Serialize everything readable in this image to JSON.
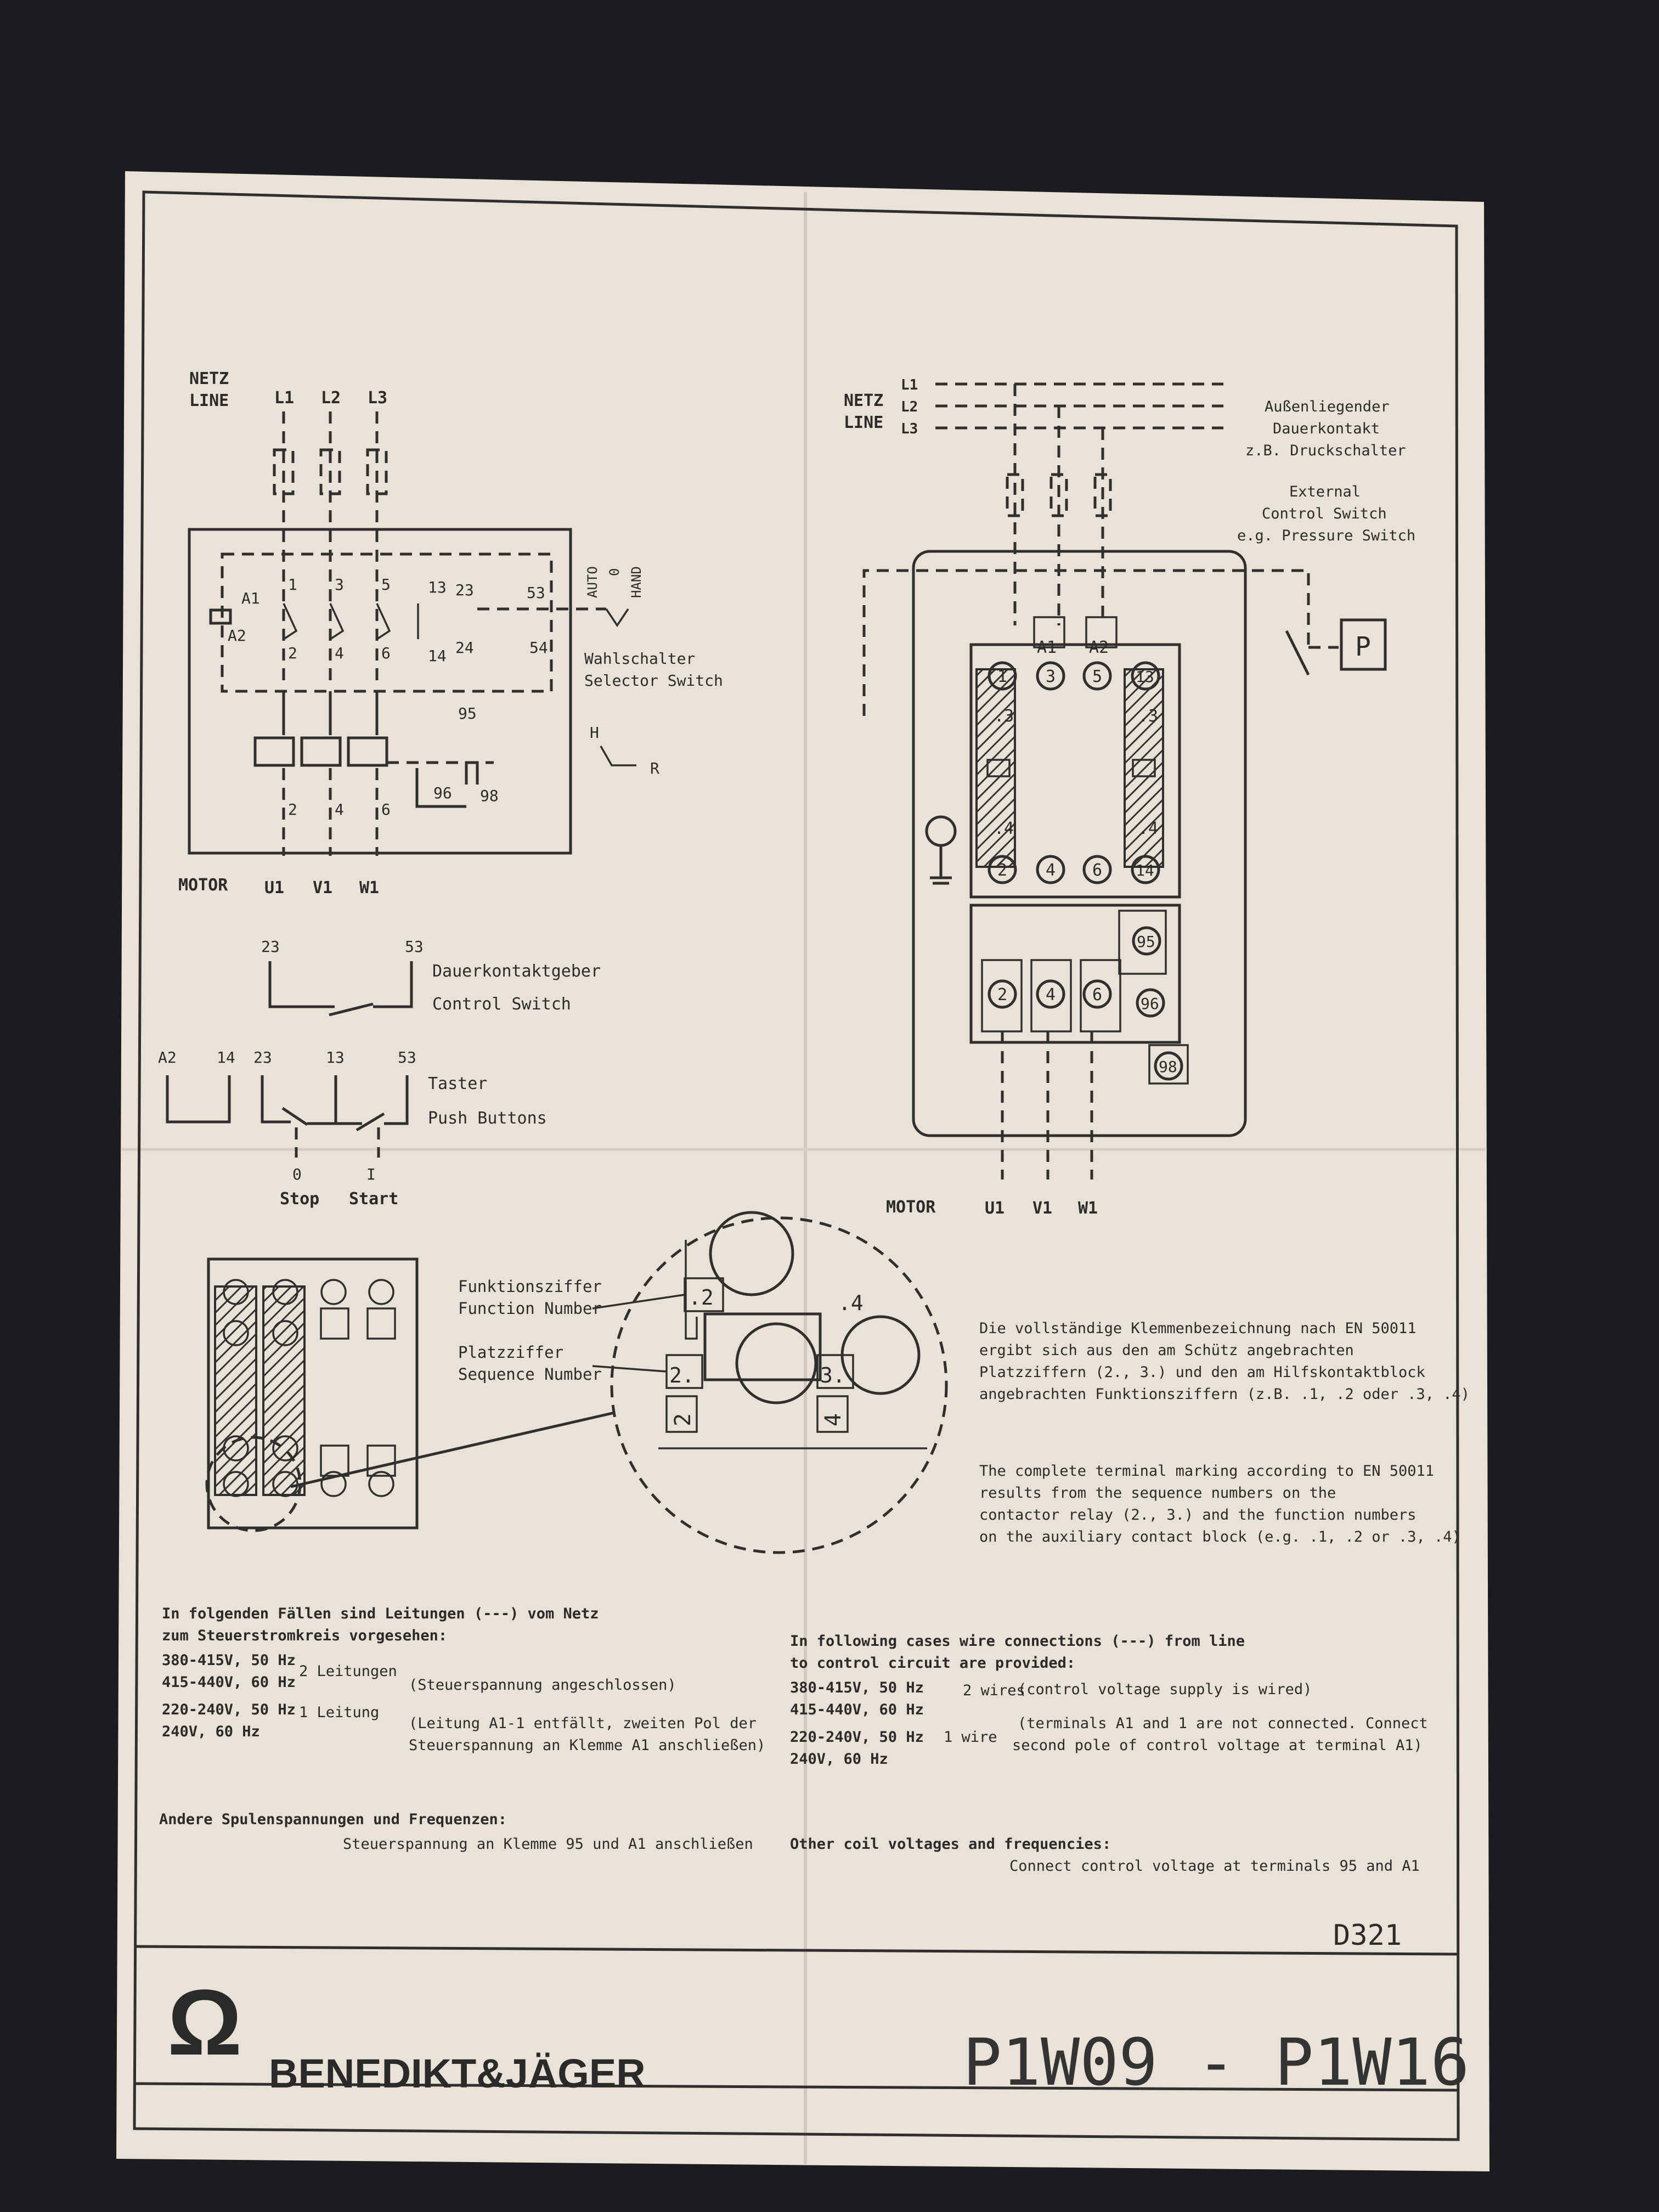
{
  "doc_code": "D321",
  "brand": {
    "logo_symbol": "Ω",
    "name": "BENEDIKT&JÄGER"
  },
  "model": "P1W09 - P1W16",
  "left_diagram": {
    "netz": "NETZ",
    "line": "LINE",
    "phases": [
      "L1",
      "L2",
      "L3"
    ],
    "terminals_top": [
      "1",
      "3",
      "5",
      "13",
      "23",
      "53"
    ],
    "terminals_bottom": [
      "2",
      "4",
      "6",
      "14",
      "24",
      "54"
    ],
    "coil_a1": "A1",
    "coil_a2": "A2",
    "selector_positions": [
      "AUTO",
      "0",
      "HAND"
    ],
    "selector_label_de": "Wahlschalter",
    "selector_label_en": "Selector Switch",
    "overload_95": "95",
    "overload_96": "96",
    "overload_98": "98",
    "hand_h": "H",
    "reset_r": "R",
    "motor_terminals": [
      "2",
      "4",
      "6"
    ],
    "motor": "MOTOR",
    "motor_phases": [
      "U1",
      "V1",
      "W1"
    ]
  },
  "control_switch": {
    "t23": "23",
    "t53": "53",
    "label_de": "Dauerkontaktgeber",
    "label_en": "Control Switch"
  },
  "push_buttons": {
    "terms": [
      "A2",
      "14",
      "23",
      "13",
      "53"
    ],
    "label_de": "Taster",
    "label_en": "Push Buttons",
    "stop_sym": "0",
    "stop": "Stop",
    "start_sym": "I",
    "start": "Start"
  },
  "right_diagram": {
    "netz": "NETZ",
    "line": "LINE",
    "phases": [
      "L1",
      "L2",
      "L3"
    ],
    "ext_de_1": "Außenliegender",
    "ext_de_2": "Dauerkontakt",
    "ext_de_3": "z.B. Druckschalter",
    "ext_en_1": "External",
    "ext_en_2": "Control Switch",
    "ext_en_3": "e.g. Pressure Switch",
    "coil_a1": "A1",
    "coil_a2": "A2",
    "top_terms": [
      "1",
      "3",
      "5",
      "13"
    ],
    "aux_top": [
      ".3",
      ".3"
    ],
    "aux_bottom": [
      ".4",
      ".4"
    ],
    "bottom_terms": [
      "2",
      "4",
      "6",
      "14"
    ],
    "ol_95": "95",
    "ol_96": "96",
    "ol_98": "98",
    "relay_terms": [
      "2",
      "4",
      "6"
    ],
    "pressure_p": "P",
    "motor": "MOTOR",
    "motor_phases": [
      "U1",
      "V1",
      "W1"
    ]
  },
  "detail": {
    "func_de": "Funktionsziffer",
    "func_en": "Function Number",
    "seq_de": "Platzziffer",
    "seq_en": "Sequence Number",
    "d2": ".2",
    "d4": ".4",
    "s2": "2.",
    "s3": "3.",
    "n2": "2",
    "n4": "4"
  },
  "note_de": [
    "Die vollständige Klemmenbezeichnung nach EN 50011",
    "ergibt sich aus den am Schütz angebrachten",
    "Platzziffern (2., 3.) und den am Hilfskontaktblock",
    "angebrachten Funktionsziffern (z.B. .1, .2 oder .3, .4)"
  ],
  "note_en": [
    "The complete terminal marking according to EN 50011",
    "results from the sequence numbers on the",
    "contactor relay (2., 3.) and the function numbers",
    "on the auxiliary contact block (e.g. .1, .2 or .3, .4)"
  ],
  "cases_de": {
    "intro_1": "In folgenden Fällen sind Leitungen (---) vom Netz",
    "intro_2": "zum Steuerstromkreis vorgesehen:",
    "v1": "380-415V, 50 Hz",
    "v2": "415-440V, 60 Hz",
    "w1": "2 Leitungen",
    "w1_note": "(Steuerspannung angeschlossen)",
    "v3": "220-240V, 50 Hz",
    "v4": "240V, 60 Hz",
    "w2": "1 Leitung",
    "w2_note_1": "(Leitung A1-1 entfällt, zweiten Pol der",
    "w2_note_2": "Steuerspannung an Klemme A1 anschließen)",
    "other_title": "Andere Spulenspannungen und Frequenzen:",
    "other_text": "Steuerspannung an Klemme 95 und A1 anschließen"
  },
  "cases_en": {
    "intro_1": "In following cases wire connections (---) from line",
    "intro_2": "to control circuit are provided:",
    "v1": "380-415V, 50 Hz",
    "v2": "415-440V, 60 Hz",
    "w1": "2 wires",
    "w1_note": "(control voltage supply is wired)",
    "v3": "220-240V, 50 Hz",
    "v4": "240V, 60 Hz",
    "w2": "1 wire",
    "w2_note_1": "(terminals A1 and 1 are not connected. Connect",
    "w2_note_2": "second pole of control voltage at terminal A1)",
    "other_title": "Other coil voltages and frequencies:",
    "other_text": "Connect control voltage at terminals 95 and A1"
  },
  "colors": {
    "background": "#1b1c1f",
    "paper": "#e9e2d6",
    "ink": "#2f2f2f"
  }
}
